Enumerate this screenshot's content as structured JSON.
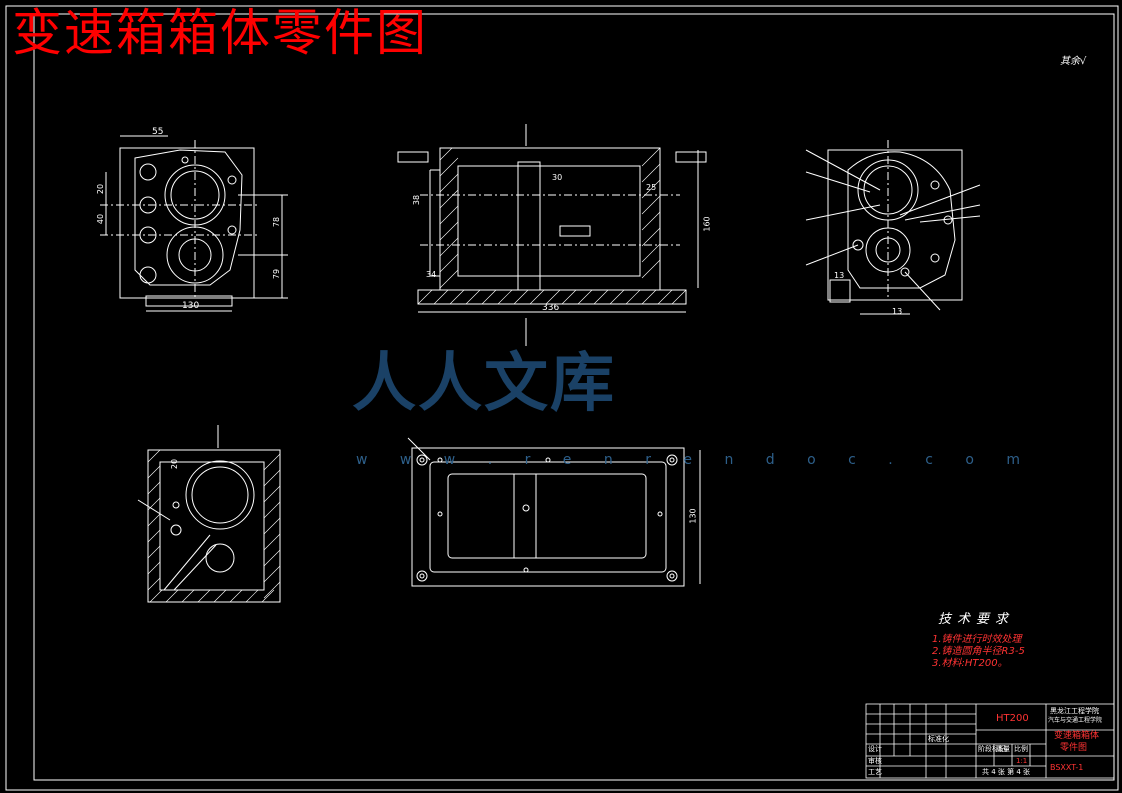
{
  "title": "变速箱箱体零件图",
  "roughness_note": "其余",
  "watermark": {
    "text": "人人文库",
    "url": "w w w . r e n r e n d o c . c o m"
  },
  "tech_requirements": {
    "heading": "技术要求",
    "items": [
      "1.铸件进行时效处理",
      "2.铸造圆角半径R3-5",
      "3.材料:HT200。"
    ]
  },
  "title_block": {
    "material": "HT200",
    "school": "黑龙江工程学院",
    "school_sub": "汽车与交通工程学院",
    "part_name": "变速箱箱体",
    "part_name2": "零件图",
    "drawing_no": "BSXXT-1",
    "scale_label": "比例",
    "scale": "1:1",
    "sheets": "共 4 张  第 4 张",
    "designer": "设计",
    "checker": "审核",
    "process": "工艺",
    "standard": "标准化",
    "stage_label": "阶段标记",
    "weight_label": "重量"
  },
  "dimensions": {
    "front_top": "55",
    "front_left_1": "20",
    "front_left_2": "40",
    "front_right_1": "78",
    "front_right_2": "79",
    "front_bottom": "130",
    "top_length": "336",
    "top_height": "160",
    "top_inner": "30",
    "top_left_1": "38",
    "top_left_2": "34",
    "top_right": "25",
    "side_1": "13",
    "side_2": "13",
    "section_1": "20",
    "plan_height": "130"
  }
}
